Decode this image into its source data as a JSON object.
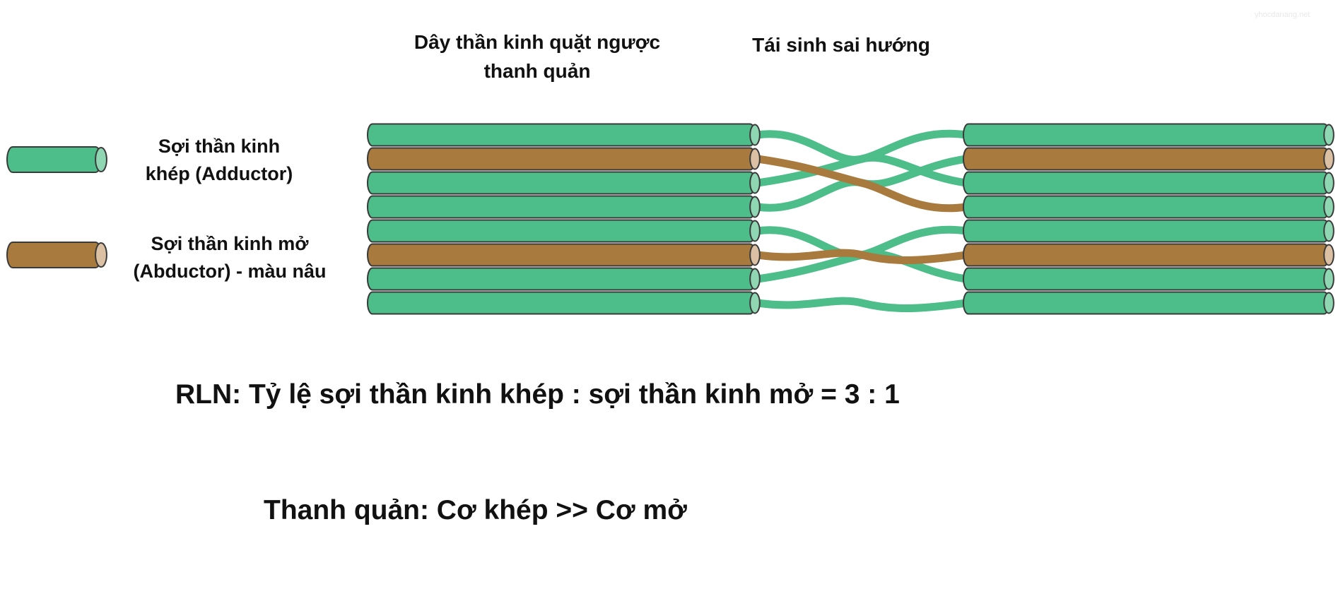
{
  "header": {
    "left_line1": "Dây thần kinh quặt ngược",
    "left_line2": "thanh quản",
    "right": "Tái sinh sai hướng"
  },
  "legend": {
    "adductor_line1": "Sợi thần kinh",
    "adductor_line2": "khép (Adductor)",
    "abductor_line1": "Sợi thần kinh mở",
    "abductor_line2": "(Abductor) - màu nâu"
  },
  "ratio_text": "RLN: Tỷ lệ sợi thần kinh khép : sợi thần kinh mở = 3 : 1",
  "larynx_text": "Thanh quản: Cơ khép >> Cơ mở",
  "watermark": "yhocdanang.net",
  "colors": {
    "adductor": "#4dbd8a",
    "adductor_end": "#8fd6b2",
    "abductor": "#a87a3e",
    "abductor_end": "#dcc0a4",
    "outline": "#3a3a3a"
  },
  "bundle": {
    "left_fibers": [
      "adductor",
      "abductor",
      "adductor",
      "adductor",
      "adductor",
      "abductor",
      "adductor",
      "adductor"
    ],
    "right_fibers": [
      "adductor",
      "abductor",
      "adductor",
      "adductor",
      "adductor",
      "abductor",
      "adductor",
      "adductor"
    ],
    "regeneration_paths": [
      {
        "from": 0,
        "to": 2,
        "type": "adductor"
      },
      {
        "from": 1,
        "to": 3,
        "type": "abductor"
      },
      {
        "from": 2,
        "to": 0,
        "type": "adductor"
      },
      {
        "from": 3,
        "to": 1,
        "type": "adductor"
      },
      {
        "from": 4,
        "to": 6,
        "type": "adductor"
      },
      {
        "from": 5,
        "to": 5,
        "type": "abductor"
      },
      {
        "from": 6,
        "to": 4,
        "type": "adductor"
      },
      {
        "from": 7,
        "to": 7,
        "type": "adductor"
      }
    ]
  }
}
